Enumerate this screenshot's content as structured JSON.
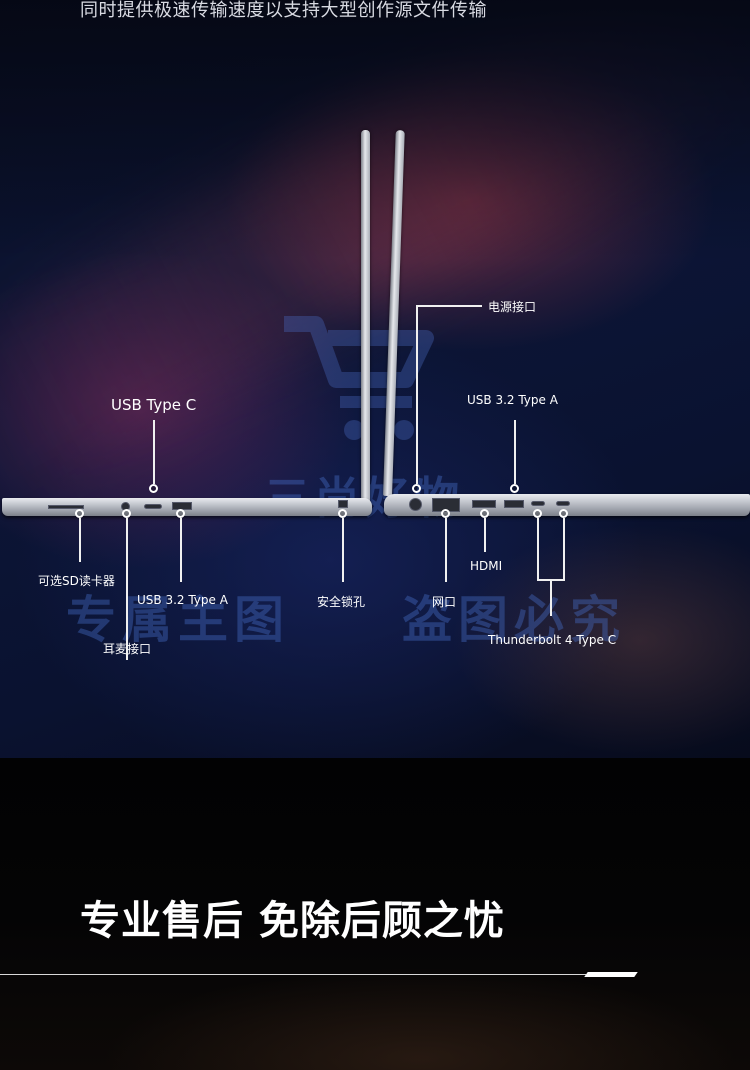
{
  "intro": {
    "text": "同时提供极速传输速度以支持大型创作源文件传输"
  },
  "watermark": {
    "line1": "三尚好物",
    "line2": "专属主图",
    "line3": "盗图必究"
  },
  "ports": {
    "usb_type_c": "USB Type C",
    "sd_card": "可选SD读卡器",
    "headset": "耳麦接口",
    "usb_a_left": "USB 3.2 Type A",
    "security_lock": "安全锁孔",
    "power": "电源接口",
    "usb_a_right": "USB 3.2 Type A",
    "ethernet": "网口",
    "hdmi": "HDMI",
    "thunderbolt": "Thunderbolt 4 Type C"
  },
  "service": {
    "title": "专业售后 免除后顾之忧"
  },
  "colors": {
    "accent_line": "#ffffff",
    "label": "#ffffff",
    "watermark": "#466ec8"
  }
}
